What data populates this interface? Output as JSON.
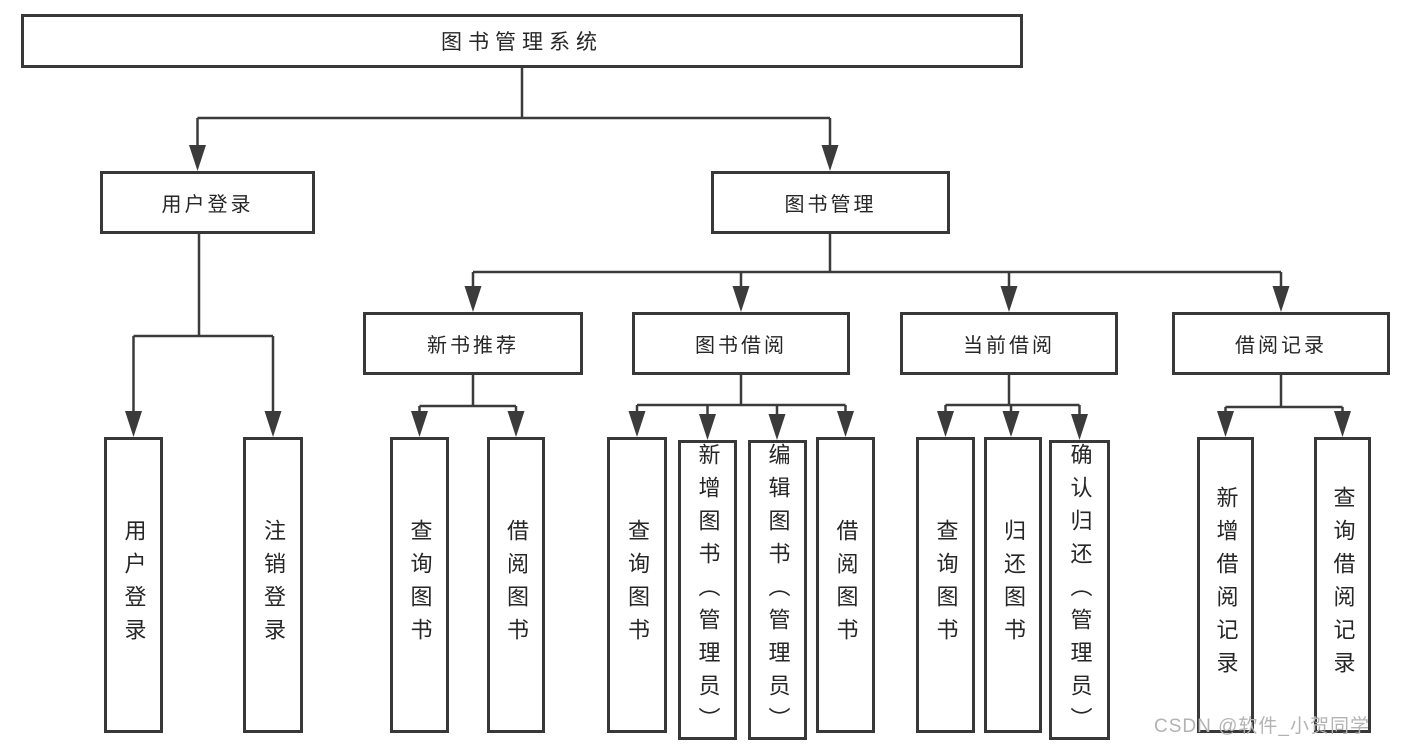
{
  "diagram": {
    "root": {
      "label": "图书管理系统"
    },
    "level2": [
      {
        "label": "用户登录"
      },
      {
        "label": "图书管理"
      }
    ],
    "level3": [
      {
        "label": "新书推荐"
      },
      {
        "label": "图书借阅"
      },
      {
        "label": "当前借阅"
      },
      {
        "label": "借阅记录"
      }
    ],
    "leaves": {
      "user_login": [
        {
          "label": "用户登录"
        },
        {
          "label": "注销登录"
        }
      ],
      "new_book": [
        {
          "label": "查询图书"
        },
        {
          "label": "借阅图书"
        }
      ],
      "book_borrow": [
        {
          "label": "查询图书"
        },
        {
          "label": "新增图书（管理员）"
        },
        {
          "label": "编辑图书（管理员）"
        },
        {
          "label": "借阅图书"
        }
      ],
      "current_borrow": [
        {
          "label": "查询图书"
        },
        {
          "label": "归还图书"
        },
        {
          "label": "确认归还（管理员）"
        }
      ],
      "borrow_record": [
        {
          "label": "新增借阅记录"
        },
        {
          "label": "查询借阅记录"
        }
      ]
    },
    "colors": {
      "line": "#3b3b3b",
      "text": "#262626",
      "box_background": "#ffffff",
      "page_background": "#ffffff",
      "watermark": "#b3b3b3"
    }
  },
  "watermark": {
    "text": "CSDN @软件_小贺同学"
  }
}
